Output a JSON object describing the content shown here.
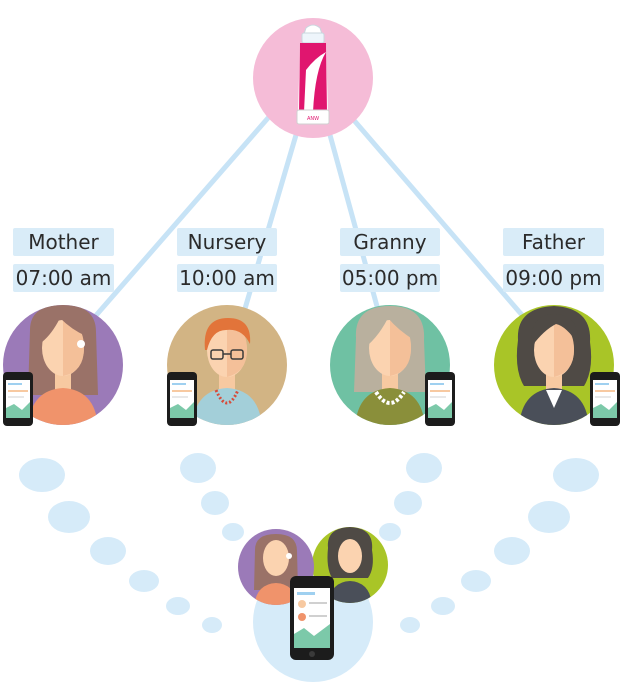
{
  "colors": {
    "line": "#c7e3f6",
    "bubble": "#d6ebf9",
    "label_bg": "#d9ecf8",
    "hub": "#f5bcd7",
    "device_pink": "#e0166f"
  },
  "hub": {
    "icon": "smart-bottle-icon",
    "brand": "ANW"
  },
  "caregivers": [
    {
      "role": "Mother",
      "time": "07:00 am",
      "avatar_bg": "#9b7ab8"
    },
    {
      "role": "Nursery",
      "time": "10:00 am",
      "avatar_bg": "#d2b484"
    },
    {
      "role": "Granny",
      "time": "05:00 pm",
      "avatar_bg": "#6fc1a3"
    },
    {
      "role": "Father",
      "time": "09:00 pm",
      "avatar_bg": "#a9c527"
    }
  ],
  "bottom": {
    "icon": "parents-phone-icon"
  }
}
